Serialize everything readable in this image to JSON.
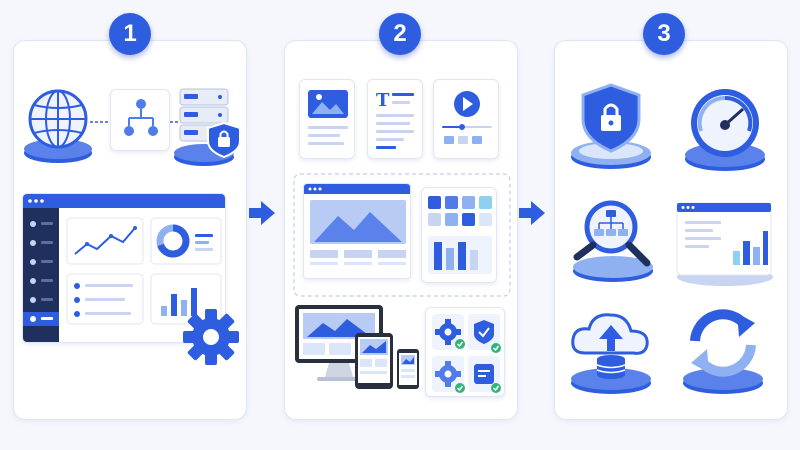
{
  "steps": [
    {
      "number": "1"
    },
    {
      "number": "2"
    },
    {
      "number": "3"
    }
  ],
  "icons": {
    "step1": [
      "globe-icon",
      "sitemap-icon",
      "secure-server-icon",
      "admin-dashboard-icon",
      "settings-gear-icon"
    ],
    "step2": [
      "image-card-icon",
      "text-card-icon",
      "video-card-icon",
      "page-layout-icon",
      "color-palette-icon",
      "responsive-devices-icon",
      "plugins-icon"
    ],
    "step3": [
      "security-shield-icon",
      "speed-gauge-icon",
      "seo-search-icon",
      "analytics-icon",
      "cloud-backup-icon",
      "update-sync-icon"
    ]
  },
  "colors": {
    "primary": "#2f5de0",
    "light": "#8fb1f2",
    "pale": "#dbe6fb",
    "accent_green": "#2fb67a",
    "panel_bg": "#ffffff"
  }
}
